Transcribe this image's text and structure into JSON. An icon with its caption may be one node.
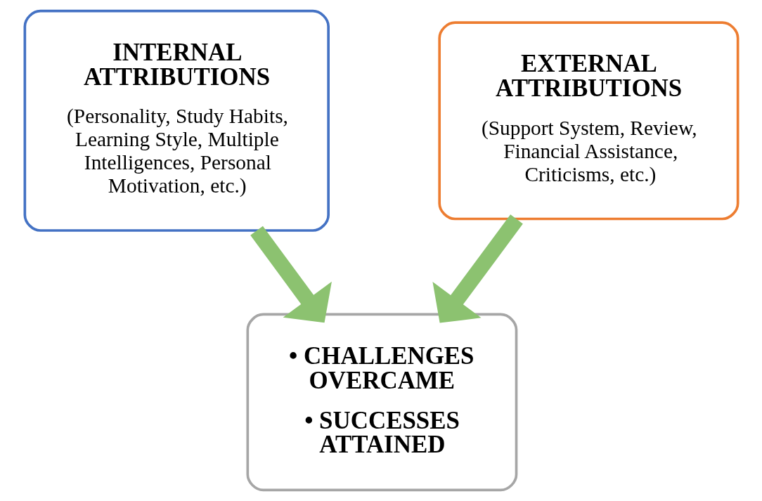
{
  "diagram": {
    "nodes": [
      {
        "text": [
          "INTERNAL ATTRIBUTIONS",
          "(Personality, Study Habits, Learning Style, Multiple Intelligences, Personal Motivation, etc.)"
        ]
      },
      {
        "text": [
          "EXTERNAL ATTRIBUTIONS",
          "(Support System, Review, Financial Assistance, Criticisms, etc.)"
        ]
      },
      {
        "text": [
          "• CHALLENGES OVERCAME",
          "• SUCCESSES ATTAINED"
        ]
      }
    ],
    "edges": [
      {
        "from": 0,
        "to": 2,
        "arrow": "to"
      },
      {
        "from": 1,
        "to": 2,
        "arrow": "to"
      }
    ]
  }
}
